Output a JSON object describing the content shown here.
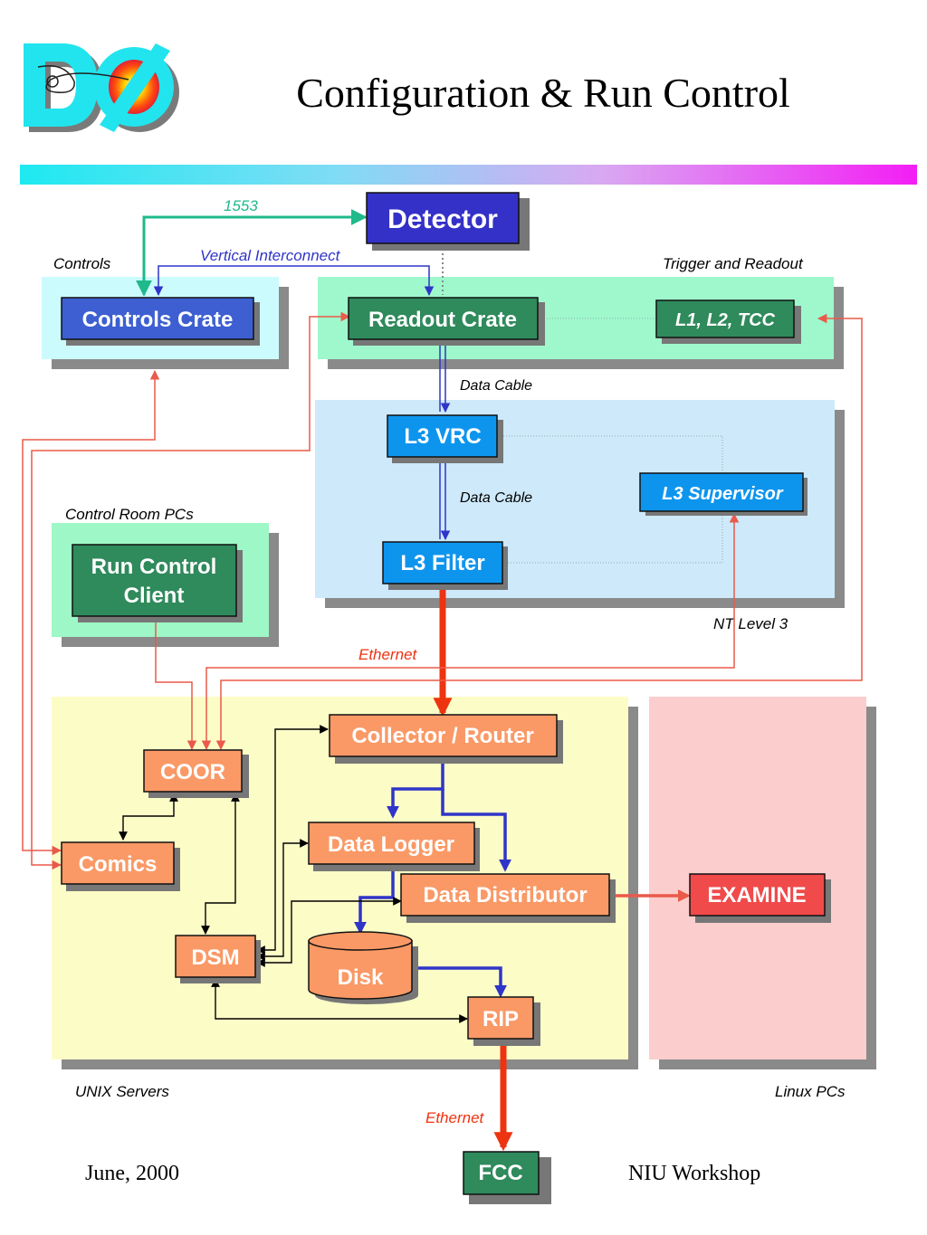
{
  "slide": {
    "title": "Configuration & Run Control",
    "date": "June, 2000",
    "event": "NIU Workshop"
  },
  "logo": {
    "text": "DØ"
  },
  "colors": {
    "rule_start": "#1ee9f0",
    "rule_end": "#f31ef5",
    "green_link": "#1fb98b",
    "blue_link": "#2f35c8",
    "red_link": "#ea5a4a",
    "ethernet": "#ee3311"
  },
  "regions": {
    "controls": "Controls",
    "trigger_readout": "Trigger and Readout",
    "control_room": "Control Room PCs",
    "nt_level3": "NT Level 3",
    "unix_servers": "UNIX Servers",
    "linux_pcs": "Linux PCs"
  },
  "nodes": {
    "detector": "Detector",
    "controls_crate": "Controls Crate",
    "readout_crate": "Readout Crate",
    "l1_l2_tcc": "L1, L2, TCC",
    "l3_vrc": "L3 VRC",
    "l3_supervisor": "L3 Supervisor",
    "l3_filter": "L3 Filter",
    "run_control_line1": "Run Control",
    "run_control_line2": "Client",
    "collector_router": "Collector / Router",
    "coor": "COOR",
    "comics": "Comics",
    "data_logger": "Data Logger",
    "data_distributor": "Data Distributor",
    "examine": "EXAMINE",
    "dsm": "DSM",
    "disk": "Disk",
    "rip": "RIP",
    "fcc": "FCC"
  },
  "links": {
    "l1553": "1553",
    "vertical_interconnect": "Vertical Interconnect",
    "data_cable_1": "Data Cable",
    "data_cable_2": "Data Cable",
    "ethernet_1": "Ethernet",
    "ethernet_2": "Ethernet"
  }
}
